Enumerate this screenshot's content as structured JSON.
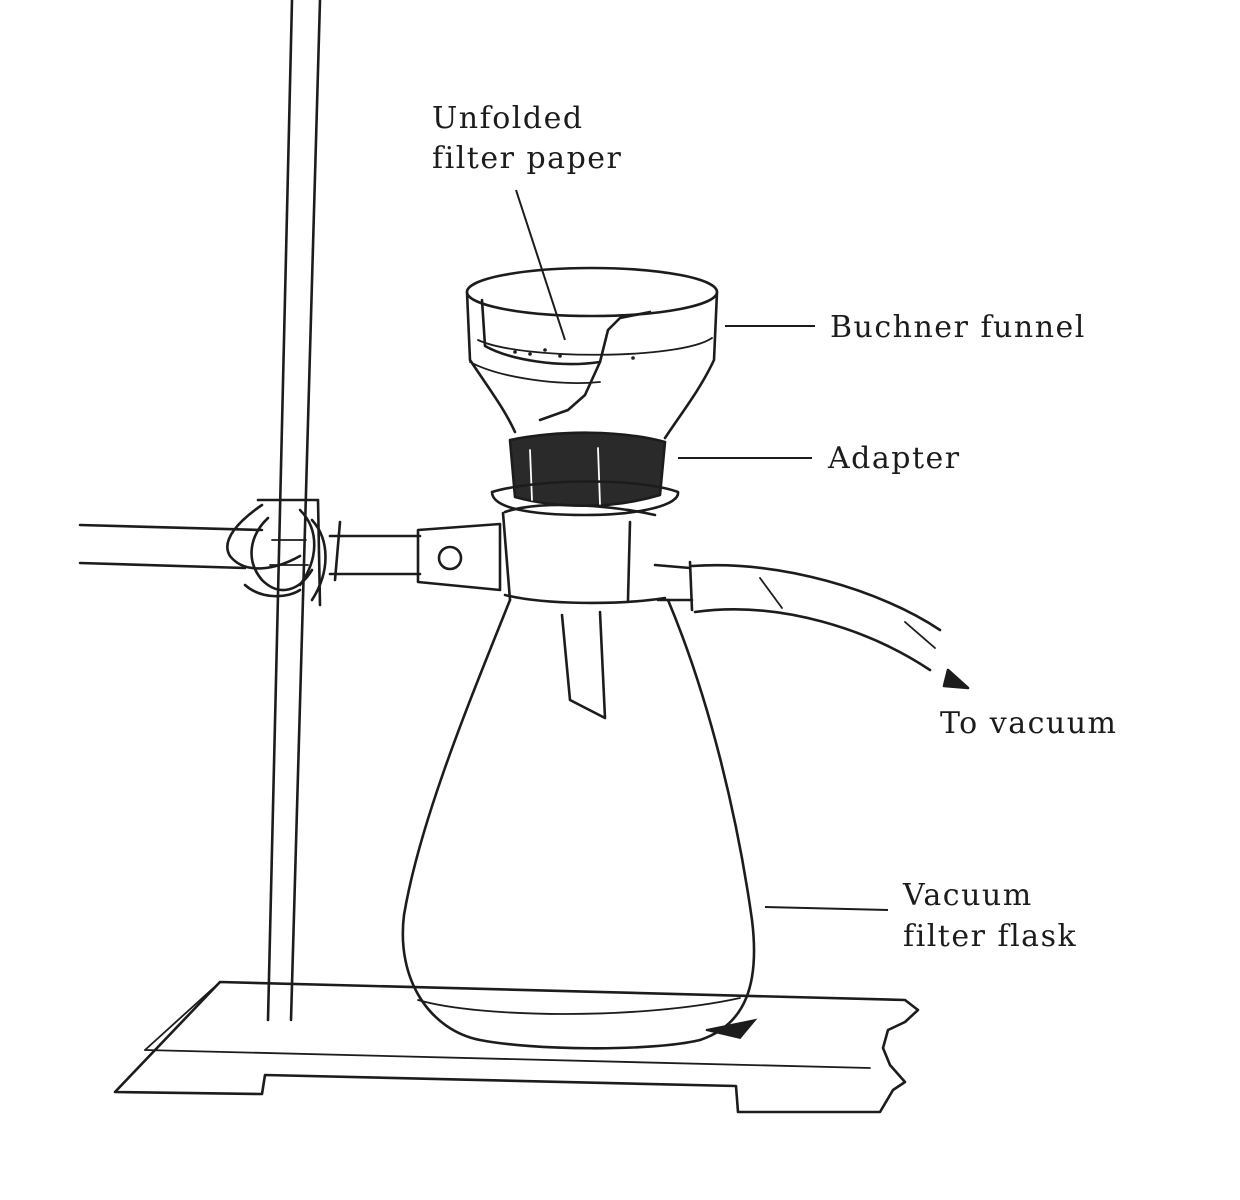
{
  "diagram": {
    "labels": {
      "unfolded_filter_paper_line1": "Unfolded",
      "unfolded_filter_paper_line2": "filter paper",
      "buchner_funnel": "Buchner funnel",
      "adapter": "Adapter",
      "to_vacuum": "To vacuum",
      "vacuum_filter_flask_line1": "Vacuum",
      "vacuum_filter_flask_line2": "filter flask"
    },
    "colors": {
      "ink": "#1c1c1c",
      "adapter_fill": "#2a2a2a",
      "background": "#ffffff"
    }
  }
}
